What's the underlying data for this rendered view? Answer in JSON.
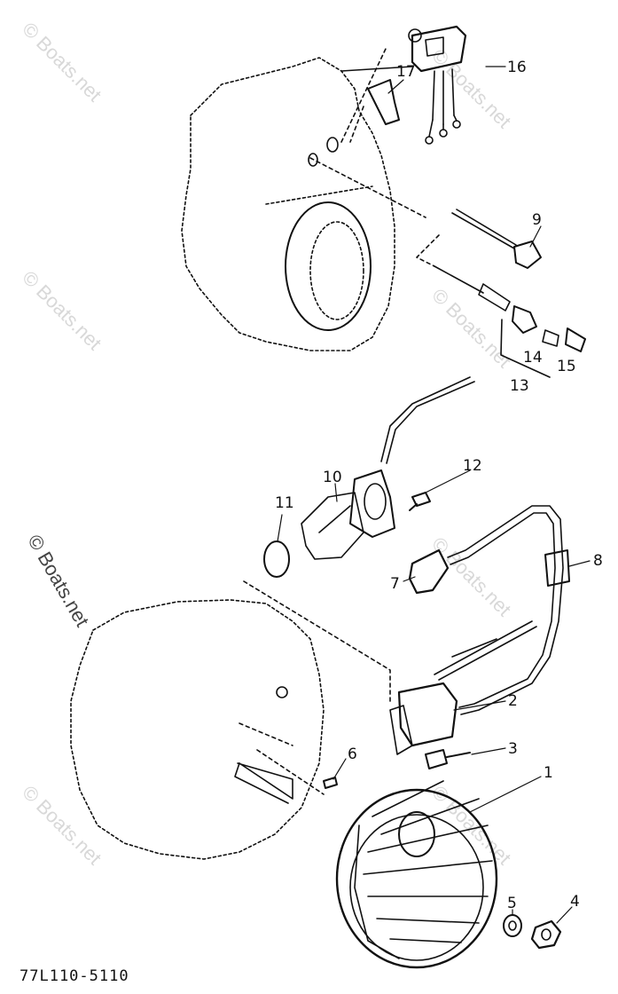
{
  "diagram": {
    "code": "77L110-5110",
    "watermark": "© Boats.net",
    "callouts": [
      "1",
      "2",
      "3",
      "4",
      "5",
      "6",
      "7",
      "8",
      "9",
      "10",
      "11",
      "12",
      "13",
      "14",
      "15",
      "16",
      "17"
    ]
  }
}
